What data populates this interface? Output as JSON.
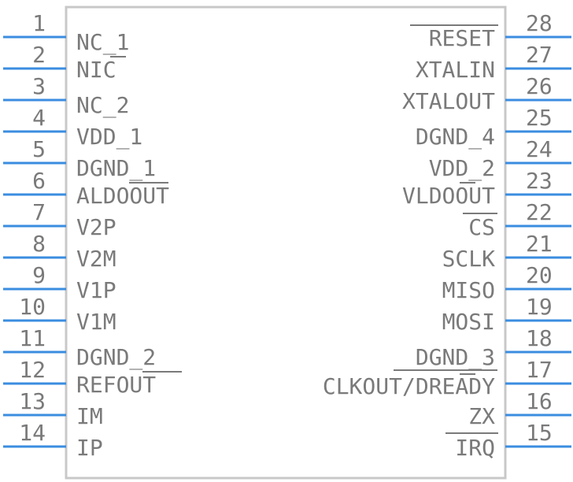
{
  "pins_left": [
    {
      "num": "1",
      "label": "NC_1"
    },
    {
      "num": "2",
      "label": "NIC"
    },
    {
      "num": "3",
      "label": "NC_2"
    },
    {
      "num": "4",
      "label": "VDD_1"
    },
    {
      "num": "5",
      "label": "DGND_1"
    },
    {
      "num": "6",
      "label": "ALDOOUT"
    },
    {
      "num": "7",
      "label": "V2P"
    },
    {
      "num": "8",
      "label": "V2M"
    },
    {
      "num": "9",
      "label": "V1P"
    },
    {
      "num": "10",
      "label": "V1M"
    },
    {
      "num": "11",
      "label": "DGND_2"
    },
    {
      "num": "12",
      "label": "REFOUT"
    },
    {
      "num": "13",
      "label": "IM"
    },
    {
      "num": "14",
      "label": "IP"
    }
  ],
  "pins_right": [
    {
      "num": "28",
      "label": "RESET"
    },
    {
      "num": "27",
      "label": "XTALIN"
    },
    {
      "num": "26",
      "label": "XTALOUT"
    },
    {
      "num": "25",
      "label": "DGND_4"
    },
    {
      "num": "24",
      "label": "VDD_2"
    },
    {
      "num": "23",
      "label": "VLDOOUT"
    },
    {
      "num": "22",
      "label": "CS"
    },
    {
      "num": "21",
      "label": "SCLK"
    },
    {
      "num": "20",
      "label": "MISO"
    },
    {
      "num": "19",
      "label": "MOSI"
    },
    {
      "num": "18",
      "label": "DGND_3"
    },
    {
      "num": "17",
      "label": "CLKOUT/DREADY"
    },
    {
      "num": "16",
      "label": "ZX"
    },
    {
      "num": "15",
      "label": "IRQ"
    }
  ],
  "colors": {
    "pin": "#3b8de0",
    "outline": "#c8c8c8",
    "text": "#7a7a7a"
  }
}
